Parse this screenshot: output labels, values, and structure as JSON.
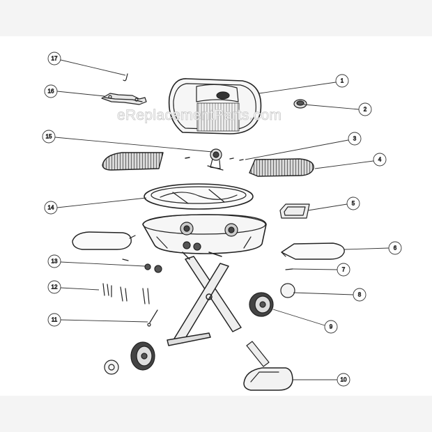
{
  "watermark": "eReplacementParts.com",
  "callouts": [
    "1",
    "2",
    "3",
    "4",
    "5",
    "6",
    "7",
    "8",
    "9",
    "10",
    "11",
    "12",
    "13",
    "14",
    "15",
    "16",
    "17"
  ]
}
